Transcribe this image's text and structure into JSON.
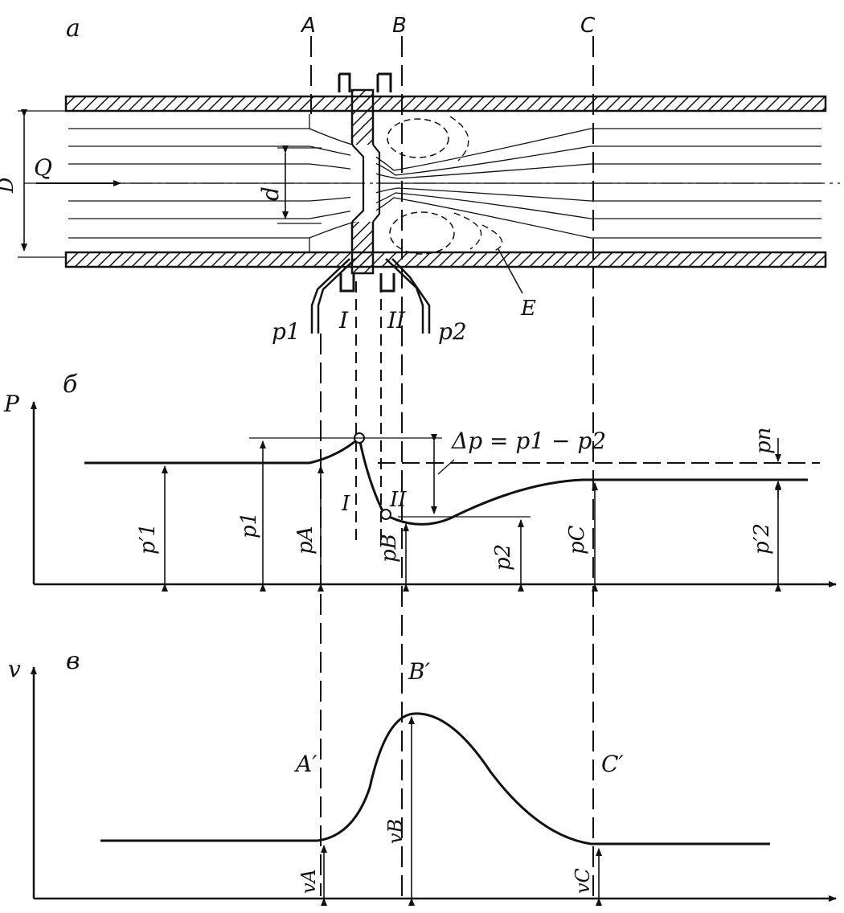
{
  "panels": {
    "a": "а",
    "b": "б",
    "v": "в"
  },
  "sections": {
    "A": "A",
    "B": "B",
    "C": "C"
  },
  "flow": {
    "Q": "Q",
    "D": "D",
    "d": "d",
    "E": "E"
  },
  "taps": {
    "p1": "p1",
    "p2": "p2",
    "I": "I",
    "II": "II"
  },
  "pressure": {
    "axis": "P",
    "I": "I",
    "II": "II",
    "delta": "Δp = p1 − p2",
    "p1prime": "p′1",
    "p1": "p1",
    "pA": "pA",
    "pB": "pB",
    "p2": "p2",
    "pC": "pC",
    "pn": "pп",
    "p2prime": "p′2"
  },
  "velocity": {
    "axis": "v",
    "Aprime": "A′",
    "Bprime": "B′",
    "Cprime": "C′",
    "vA": "vA",
    "vB": "vB",
    "vC": "vC"
  },
  "colors": {
    "ink": "#111111",
    "paper": "#ffffff"
  }
}
